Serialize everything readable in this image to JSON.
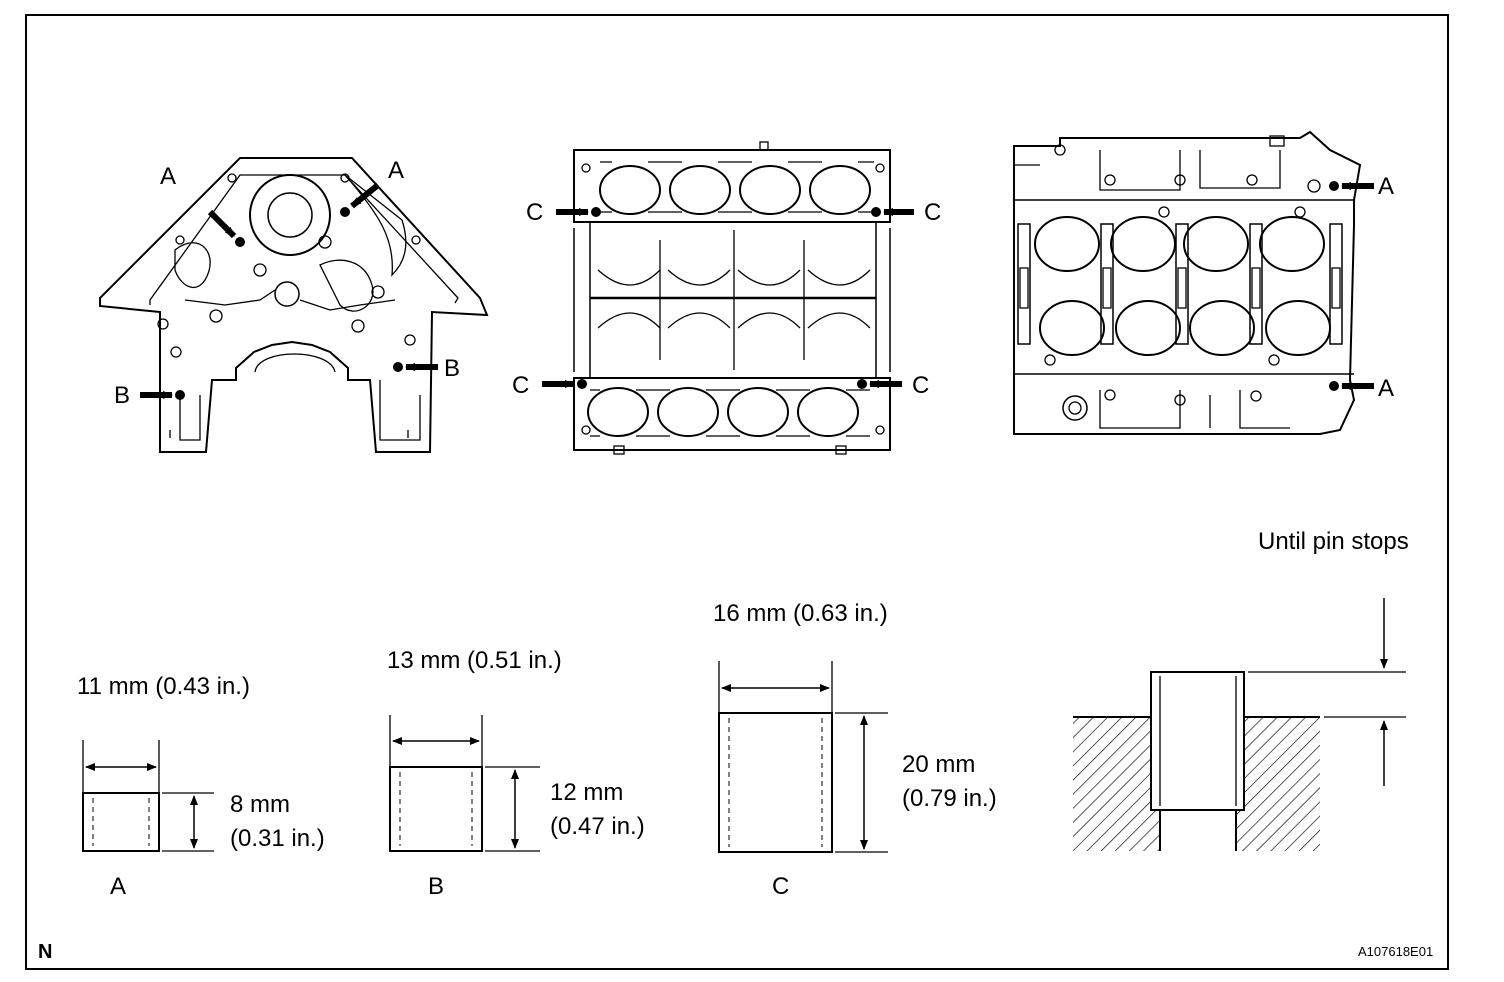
{
  "figure": {
    "id_code": "A107618E01",
    "corner_mark": "N",
    "colors": {
      "ink": "#000000",
      "background": "#ffffff"
    }
  },
  "views": {
    "front": {
      "labels": [
        "A",
        "A",
        "B",
        "B"
      ]
    },
    "top": {
      "labels": [
        "C",
        "C",
        "C",
        "C"
      ]
    },
    "bottom": {
      "labels": [
        "A",
        "A"
      ]
    }
  },
  "pins": [
    {
      "id": "A",
      "width": "11 mm (0.43 in.)",
      "height_mm": "8 mm",
      "height_in": "(0.31 in.)"
    },
    {
      "id": "B",
      "width": "13 mm (0.51 in.)",
      "height_mm": "12 mm",
      "height_in": "(0.47 in.)"
    },
    {
      "id": "C",
      "width": "16 mm (0.63 in.)",
      "height_mm": "20 mm",
      "height_in": "(0.79 in.)"
    }
  ],
  "install": {
    "note": "Until pin stops"
  }
}
